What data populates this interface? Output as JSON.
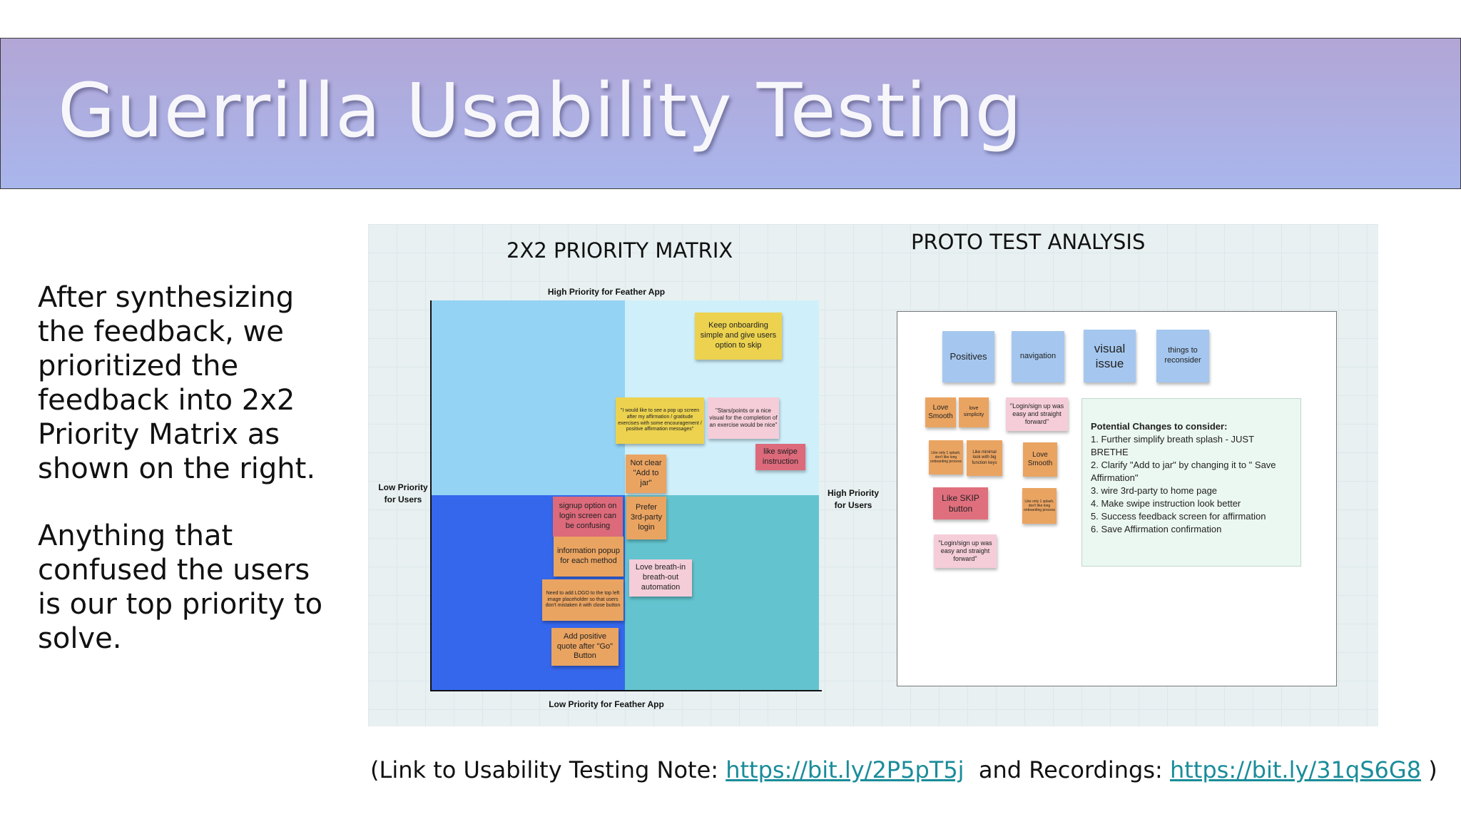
{
  "slide": {
    "title": "Guerrilla Usability Testing",
    "paragraph1": "After synthesizing the feedback, we prioritized the feedback into 2x2 Priority Matrix as shown on the right.",
    "paragraph2": "Anything that confused the users is our top priority to solve."
  },
  "matrix": {
    "title": "2X2 PRIORITY MATRIX",
    "top_label": "High Priority for Feather App",
    "bottom_label": "Low Priority for Feather App",
    "left_label": "Low Priority for Users",
    "right_label": "High Priority for Users",
    "quadrant_colors": [
      "#94d3f3",
      "#cff0fb",
      "#3467ec",
      "#63c4cf"
    ],
    "notes": [
      {
        "text": "Keep onboarding simple and give users option to skip",
        "color": "yellow"
      },
      {
        "text": "\"I would like to see a pop up screen after my affirmation / gratitude exercises with some encouragement / positive affirmation messages\"",
        "color": "yellow"
      },
      {
        "text": "\"Stars/points or a nice visual for the completion of an exercise would be nice\"",
        "color": "pink"
      },
      {
        "text": "like swipe instruction",
        "color": "mag"
      },
      {
        "text": "Not clear \"Add to jar\"",
        "color": "orange"
      },
      {
        "text": "Prefer 3rd-party login",
        "color": "orange"
      },
      {
        "text": "signup option on login screen can be confusing",
        "color": "mag"
      },
      {
        "text": "information popup for each method",
        "color": "orange"
      },
      {
        "text": "Love breath-in breath-out automation",
        "color": "pink"
      },
      {
        "text": "Need to add LOGO to the top left image placeholder so that users don't mistaken it with close button",
        "color": "orange"
      },
      {
        "text": "Add positive quote after \"Go\" Button",
        "color": "orange"
      }
    ]
  },
  "analysis": {
    "title": "PROTO TEST ANALYSIS",
    "headers": [
      "Positives",
      "navigation",
      "visual issue",
      "things to reconsider"
    ],
    "notes": [
      {
        "text": "Love Smooth",
        "color": "orange"
      },
      {
        "text": "love simplicity",
        "color": "orange"
      },
      {
        "text": "\"Login/sign up was easy and straight forward\"",
        "color": "pink"
      },
      {
        "text": "Like only 1 splash, don't like long onboarding process",
        "color": "orange"
      },
      {
        "text": "Like minimal look with big function keys",
        "color": "orange"
      },
      {
        "text": "Love Smooth",
        "color": "orange"
      },
      {
        "text": "Like SKIP button",
        "color": "red"
      },
      {
        "text": "Like only 1 splash, don't like long onboarding process",
        "color": "orange"
      },
      {
        "text": "\"Login/sign up was easy and straight forward\"",
        "color": "pink"
      }
    ],
    "changes_heading": "Potential Changes to consider:",
    "changes": [
      "1. Further simplify breath splash - JUST BRETHE",
      "2. Clarify \"Add to jar\" by changing it to \" Save Affirmation\"",
      "3.  wire 3rd-party to home page",
      "4. Make swipe instruction look better",
      "5. Success feedback screen for affirmation",
      "6. Save Affirmation confirmation"
    ]
  },
  "footer": {
    "prefix": "(Link to Usability Testing Note: ",
    "link1": "https://bit.ly/2P5pT5j",
    "middle": "  and Recordings: ",
    "link2": "https://bit.ly/31qS6G8",
    "suffix": " )"
  }
}
